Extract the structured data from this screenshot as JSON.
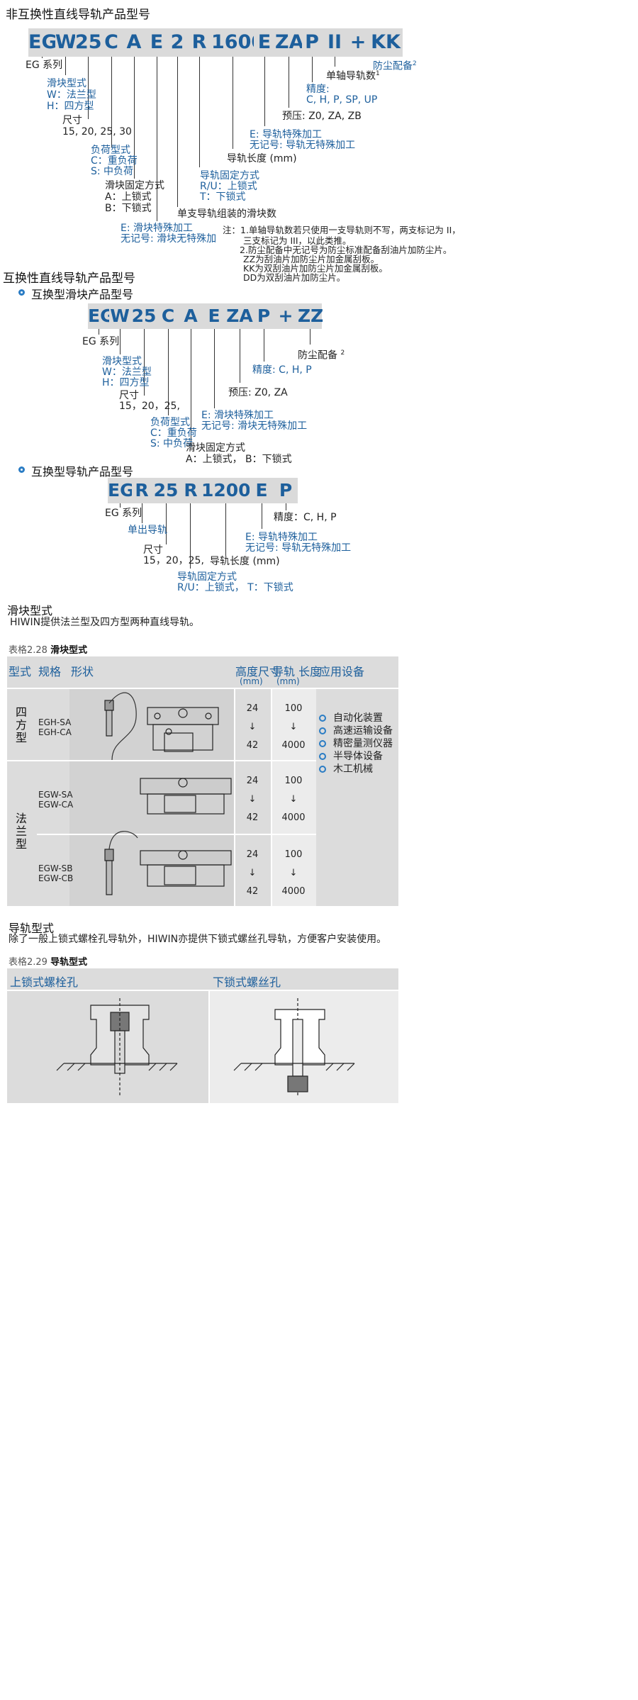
{
  "section1": {
    "title": "非互换性直线导轨产品型号",
    "code_boxes": [
      "EG",
      "W",
      "25",
      "C",
      "A",
      "E",
      "2",
      "R",
      "1600",
      "E",
      "ZA",
      "P",
      "II",
      "+",
      "KK"
    ],
    "labels": {
      "series": "EG 系列",
      "block_type": "滑块型式",
      "block_type_w": "W：法兰型",
      "block_type_h": "H：四方型",
      "size": "尺寸",
      "size_values": "15, 20, 25, 30",
      "load_type": "负荷型式",
      "load_c": "C：重负荷",
      "load_s": "S: 中负荷",
      "mount_type": "滑块固定方式",
      "mount_a": "A：上锁式",
      "mount_b": "B：下锁式",
      "block_special_e": "E: 滑块特殊加工",
      "block_special_none": "无记号: 滑块无特殊加",
      "blocks_per_rail": "单支导轨组装的滑块数",
      "rail_mount": "导轨固定方式",
      "rail_mount_ru": "R/U：上锁式",
      "rail_mount_t": "T：下锁式",
      "rail_length": "导轨长度 (mm)",
      "rail_special_e": "E: 导轨特殊加工",
      "rail_special_none": "无记号: 导轨无特殊加工",
      "preload": "预压: Z0, ZA, ZB",
      "precision": "精度:",
      "precision_values": "C, H, P, SP, UP",
      "rails_per_axis": "单轴导轨数",
      "rails_per_axis_sup": "1",
      "dust": "防尘配备",
      "dust_sup": "2"
    },
    "notes": [
      "注：1.单轴导轨数若只使用一支导轨则不写，两支标记为 II，",
      "三支标记为 III，以此类推。",
      "2.防尘配备中无记号为防尘标准配备刮油片加防尘片。",
      "ZZ为刮油片加防尘片加金属刮板。",
      "KK为双刮油片加防尘片加金属刮板。",
      "DD为双刮油片加防尘片。"
    ]
  },
  "section2": {
    "title": "互换性直线导轨产品型号",
    "block": {
      "title": "互换型滑块产品型号",
      "code_boxes": [
        "EG",
        "W",
        "25",
        "C",
        "A",
        "E",
        "ZA",
        "P",
        "+",
        "ZZ"
      ],
      "labels": {
        "series": "EG 系列",
        "block_type": "滑块型式",
        "block_type_w": "W：法兰型",
        "block_type_h": "H：四方型",
        "size": "尺寸",
        "size_values": "15，20，25,",
        "load_type": "负荷型式",
        "load_c": "C：重负荷",
        "load_s": "S: 中负荷",
        "mount_type": "滑块固定方式",
        "mount_values": "A：上锁式，   B：下锁式",
        "special_e": "E: 滑块特殊加工",
        "special_none": "无记号: 滑块无特殊加工",
        "preload": "预压:  Z0, ZA",
        "precision": "精度:",
        "precision_values": "C, H, P",
        "dust": "防尘配备",
        "dust_sup": "2"
      }
    },
    "rail": {
      "title": "互换型导轨产品型号",
      "code_boxes": [
        "EG",
        "R",
        "25",
        "R",
        "1200",
        "E",
        "P"
      ],
      "labels": {
        "series": "EG 系列",
        "single_rail": "单出导轨",
        "size": "尺寸",
        "size_values": "15，20，25,",
        "rail_mount": "导轨固定方式",
        "rail_mount_values": "R/U：上锁式，   T：下锁式",
        "rail_length": "导轨长度 (mm)",
        "special_e": "E: 导轨特殊加工",
        "special_none": "无记号: 导轨无特殊加工",
        "precision": "精度：C, H, P"
      }
    }
  },
  "block_types": {
    "title": "滑块型式",
    "desc": "HIWIN提供法兰型及四方型两种直线导轨。",
    "table_caption_no": "表格2.28",
    "table_caption": "滑块型式",
    "headers": {
      "type": "型式",
      "spec": "规格",
      "shape": "形状",
      "height": "高度尺寸",
      "length": "导轨 长度",
      "height_unit": "(mm)",
      "length_unit": "(mm)",
      "app": "应用设备"
    },
    "groups": [
      {
        "name": "四方型",
        "rows": [
          {
            "spec1": "EGH-SA",
            "spec2": "EGH-CA",
            "h_min": "24",
            "h_max": "42",
            "l_min": "100",
            "l_max": "4000"
          }
        ]
      },
      {
        "name": "法兰型",
        "rows": [
          {
            "spec1": "EGW-SA",
            "spec2": "EGW-CA",
            "h_min": "24",
            "h_max": "42",
            "l_min": "100",
            "l_max": "4000"
          },
          {
            "spec1": "EGW-SB",
            "spec2": "EGW-CB",
            "h_min": "24",
            "h_max": "42",
            "l_min": "100",
            "l_max": "4000"
          }
        ]
      }
    ],
    "arrow": "↓",
    "applications": [
      "自动化装置",
      "高速运输设备",
      "精密量测仪器",
      "半导体设备",
      "木工机械"
    ]
  },
  "rail_types": {
    "title": "导轨型式",
    "desc": "除了一般上锁式螺栓孔导轨外，HIWIN亦提供下锁式螺丝孔导轨，方便客户安装使用。",
    "table_caption_no": "表格2.29",
    "table_caption": "导轨型式",
    "col1": "上锁式螺栓孔",
    "col2": "下锁式螺丝孔"
  },
  "colors": {
    "accent": "#1d5f9c",
    "box_bg": "#dadada",
    "table_grey": "#dcdcdc"
  }
}
